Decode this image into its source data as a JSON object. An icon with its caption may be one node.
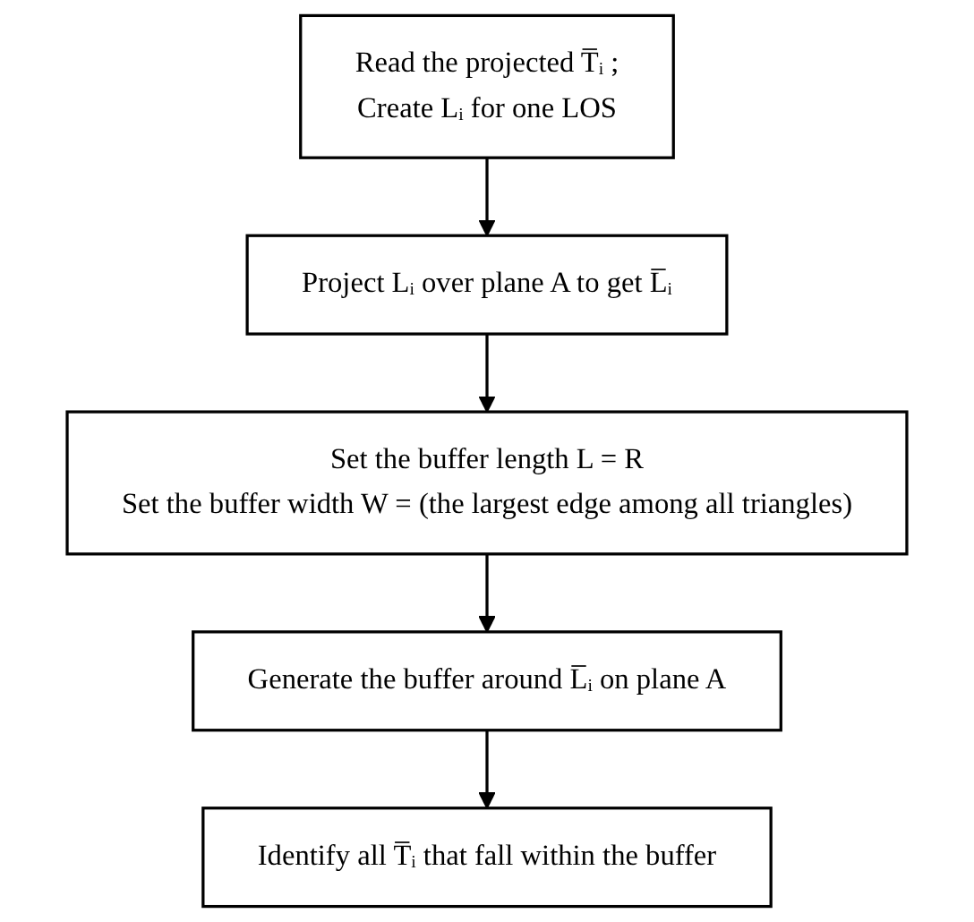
{
  "diagram": {
    "nodes": [
      {
        "text": [
          "Read the projected T̅ᵢ ;",
          "Create Lᵢ for one LOS"
        ]
      },
      {
        "text": [
          "Project Lᵢ over plane A to get L̅ᵢ"
        ]
      },
      {
        "text": [
          "Set the buffer length L = R",
          "Set the buffer width W = (the largest edge among all triangles)"
        ]
      },
      {
        "text": [
          "Generate the buffer around L̅ᵢ on plane A"
        ]
      },
      {
        "text": [
          "Identify all T̅ᵢ that fall within the buffer"
        ]
      }
    ],
    "edges": [
      {
        "from": 0,
        "to": 1,
        "arrow": "to"
      },
      {
        "from": 1,
        "to": 2,
        "arrow": "to"
      },
      {
        "from": 2,
        "to": 3,
        "arrow": "to"
      },
      {
        "from": 3,
        "to": 4,
        "arrow": "to"
      }
    ]
  }
}
